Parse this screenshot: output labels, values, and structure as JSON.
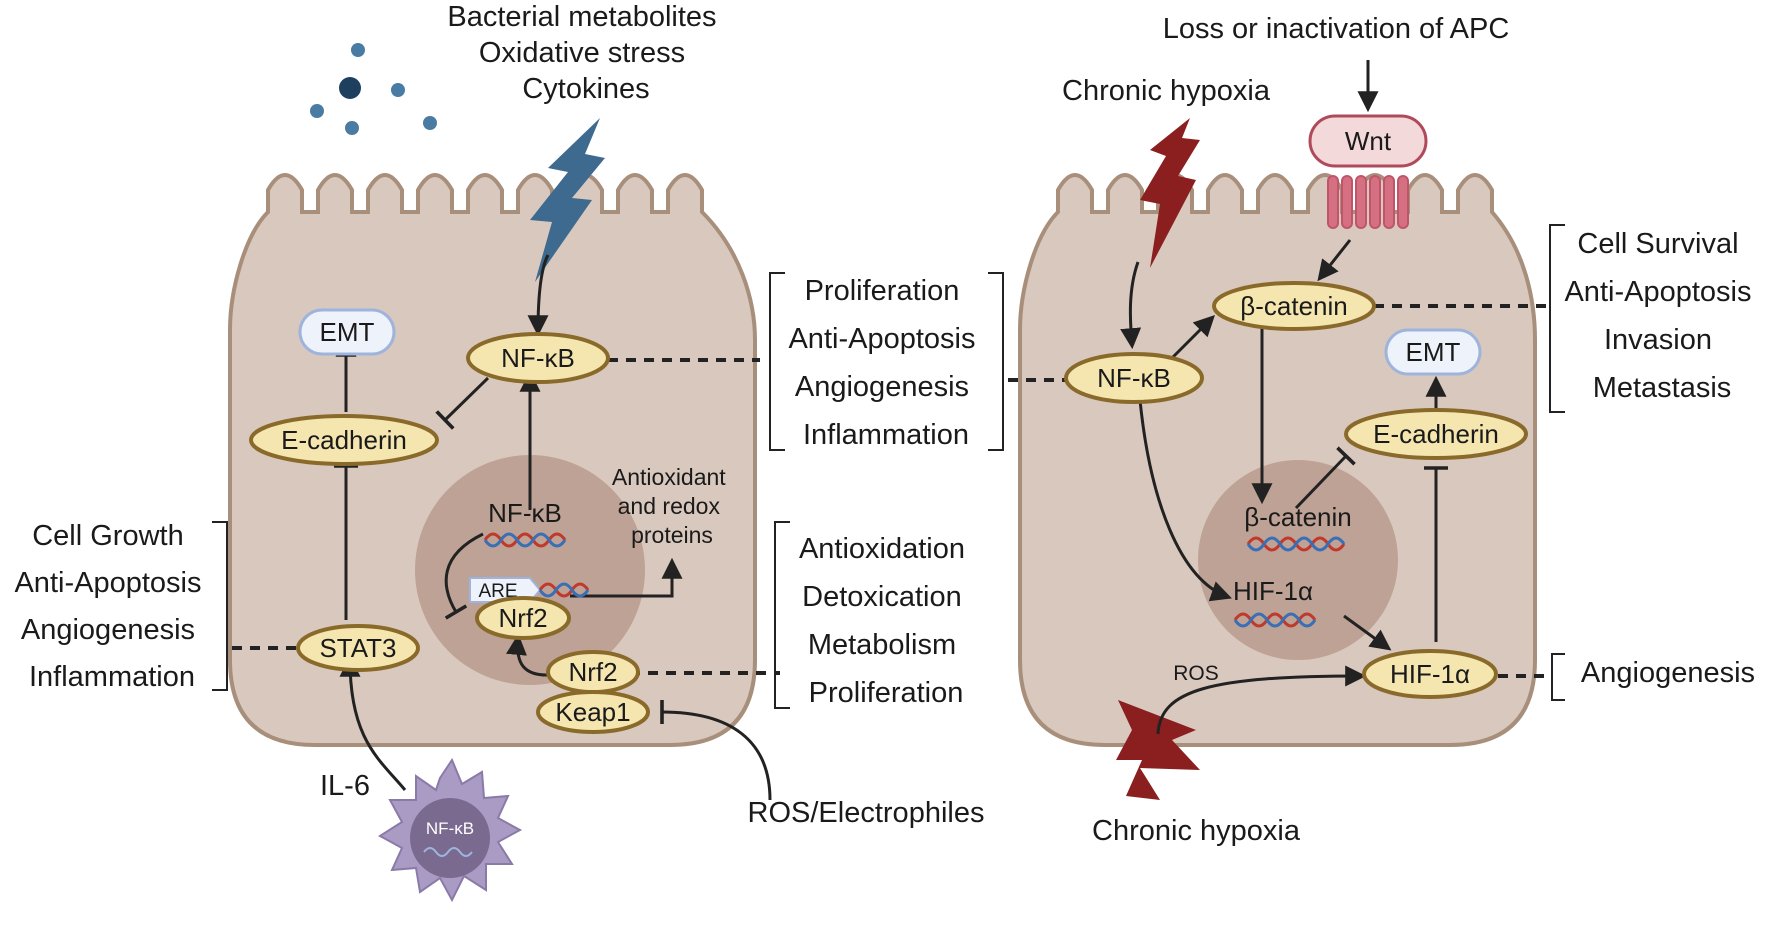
{
  "colors": {
    "cell_fill": "#d9c8bd",
    "cell_stroke": "#a88f7c",
    "nucleus_fill": "#bda295",
    "node_fill": "#f5e6b0",
    "node_stroke": "#8a6a2a",
    "emt_fill": "#eef2fb",
    "emt_stroke": "#9fb4dc",
    "lightning_blue": "#3d6a8e",
    "lightning_red": "#8b1e1e",
    "wnt_fill": "#f3d9d9",
    "wnt_stroke": "#b04a5a",
    "receptor": "#c0556a",
    "macrophage": "#a99bc4",
    "macrophage_nucleus": "#7a6a8f",
    "dna_red": "#c0392b",
    "dna_blue": "#3a6fb5",
    "arrow": "#222222"
  },
  "left_cell": {
    "stimulus": [
      "Bacterial metabolites",
      "Oxidative stress",
      "Cytokines"
    ],
    "nodes": {
      "emt": "EMT",
      "nfkb": "NF-κB",
      "ecadherin": "E-cadherin",
      "nfkb_nuclear": "NF-κB",
      "are": "ARE",
      "nrf2_nuclear": "Nrf2",
      "nrf2": "Nrf2",
      "keap1": "Keap1",
      "stat3": "STAT3"
    },
    "antioxidant_label": [
      "Antioxidant",
      "and redox",
      "proteins"
    ],
    "outcomes_nfkb": [
      "Proliferation",
      "Anti-Apoptosis",
      "Angiogenesis",
      "Inflammation"
    ],
    "outcomes_nrf2": [
      "Antioxidation",
      "Detoxication",
      "Metabolism",
      "Proliferation"
    ],
    "outcomes_stat3": [
      "Cell Growth",
      "Anti-Apoptosis",
      "Angiogenesis",
      "Inflammation"
    ],
    "il6": "IL-6",
    "macrophage_label": "NF-κB",
    "ros_label": "ROS/Electrophiles"
  },
  "right_cell": {
    "apc_label": "Loss or inactivation of APC",
    "hypoxia_top": "Chronic hypoxia",
    "hypoxia_bottom": "Chronic hypoxia",
    "ros_small": "ROS",
    "nodes": {
      "wnt": "Wnt",
      "bcatenin": "β-catenin",
      "nfkb": "NF-κB",
      "emt": "EMT",
      "ecadherin": "E-cadherin",
      "bcatenin_nuclear": "β-catenin",
      "hif_nuclear": "HIF-1α",
      "hif": "HIF-1α"
    },
    "outcomes_bcatenin": [
      "Cell Survival",
      "Anti-Apoptosis",
      "Invasion",
      "Metastasis"
    ],
    "outcome_hif": "Angiogenesis"
  }
}
